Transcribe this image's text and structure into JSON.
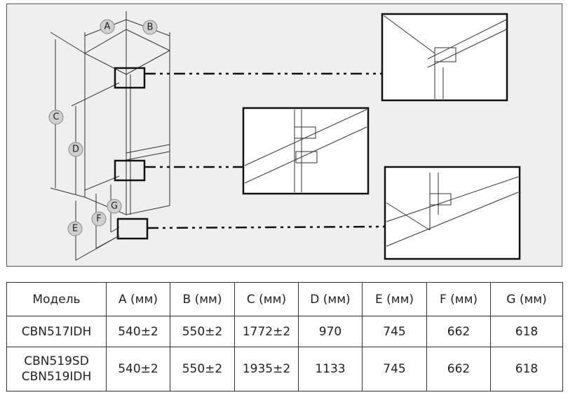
{
  "diagram": {
    "labels": [
      "A",
      "B",
      "C",
      "D",
      "E",
      "F",
      "G"
    ]
  },
  "table": {
    "headers": [
      "Модель",
      "A (мм)",
      "B (мм)",
      "C (мм)",
      "D (мм)",
      "E (мм)",
      "F (мм)",
      "G (мм)"
    ],
    "rows": [
      {
        "model": [
          "CBN517IDH"
        ],
        "values": [
          "540±2",
          "550±2",
          "1772±2",
          "970",
          "745",
          "662",
          "618"
        ]
      },
      {
        "model": [
          "CBN519SD",
          "CBN519IDH"
        ],
        "values": [
          "540±2",
          "550±2",
          "1935±2",
          "1133",
          "745",
          "662",
          "618"
        ]
      }
    ]
  }
}
